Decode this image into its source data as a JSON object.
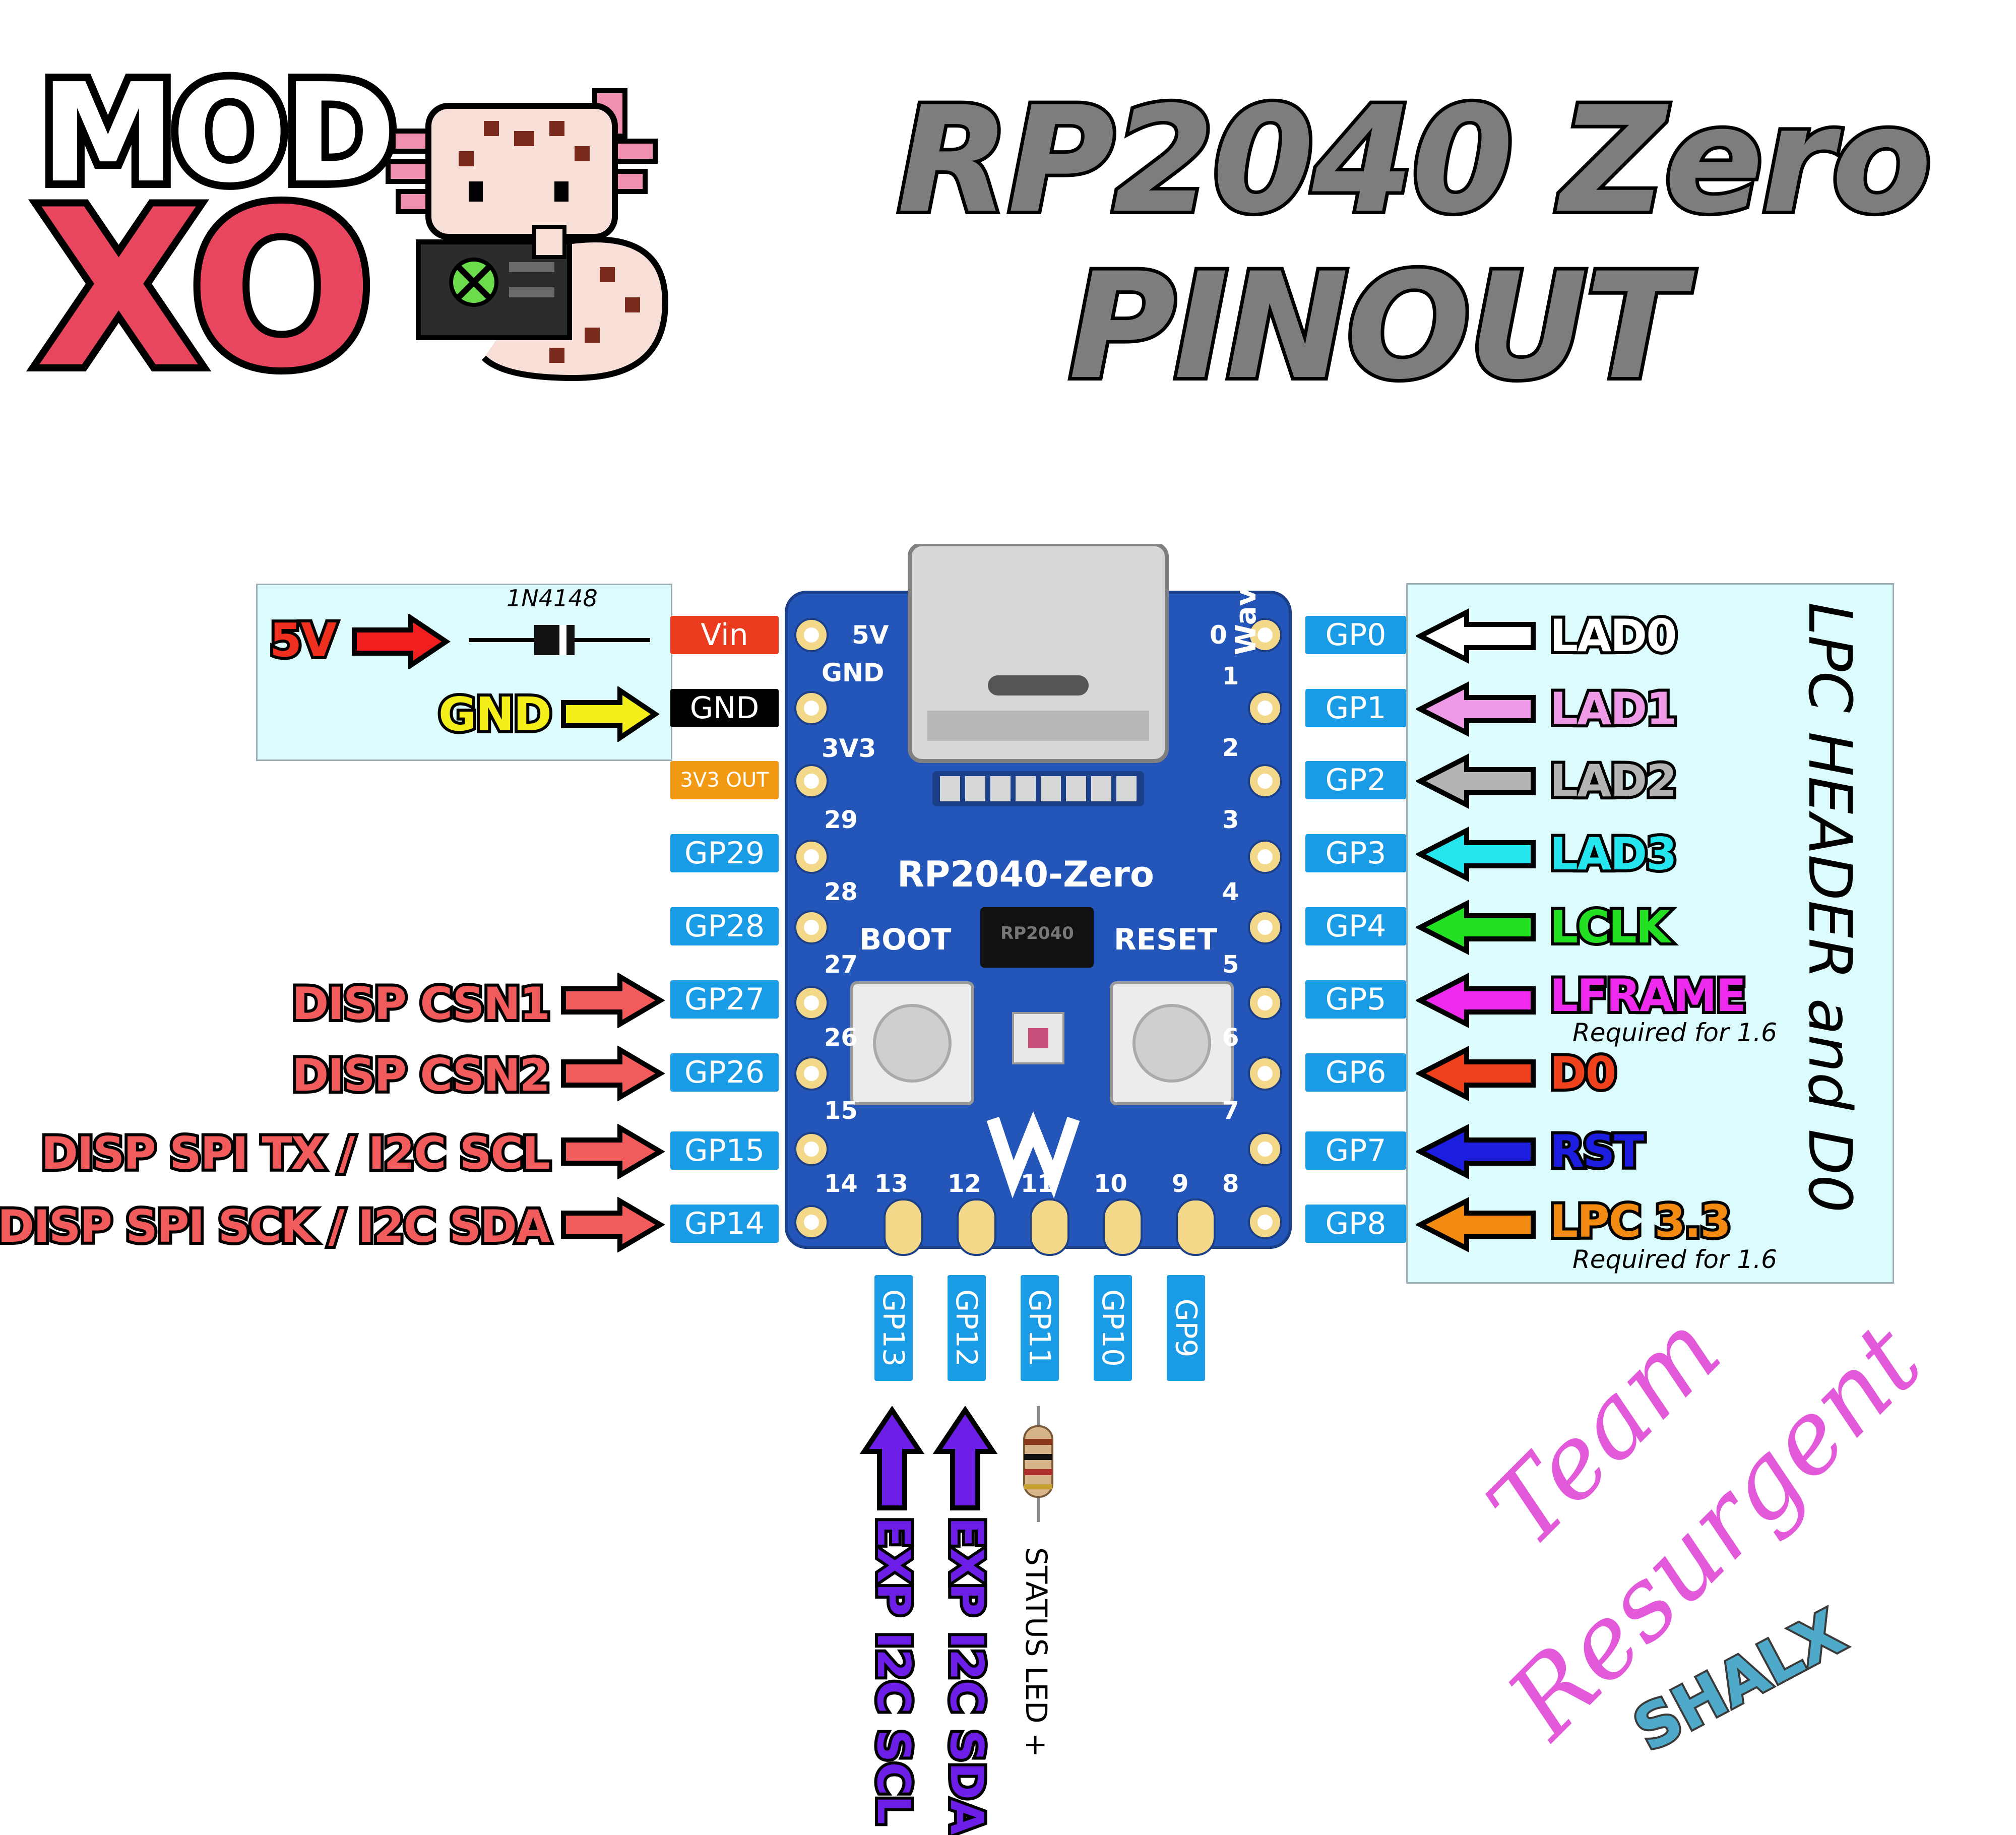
{
  "title": {
    "line1": "RP2040 Zero",
    "line2": "PINOUT"
  },
  "logo": {
    "line1": "MOD",
    "line2": "XO"
  },
  "board": {
    "name": "RP2040-Zero",
    "brand": "Waveshare",
    "boot": "BOOT",
    "reset": "RESET",
    "chip": "RP2040"
  },
  "power": {
    "diode": "1N4148",
    "five_v": "5V",
    "gnd": "GND",
    "vin_pin": "Vin",
    "gnd_pin": "GND",
    "v33_pin": "3V3 OUT",
    "silk_5v": "5V",
    "silk_gnd": "GND",
    "silk_3v3": "3V3"
  },
  "left_pins": [
    {
      "pin": "GP29",
      "silk": "29",
      "label": ""
    },
    {
      "pin": "GP28",
      "silk": "28",
      "label": ""
    },
    {
      "pin": "GP27",
      "silk": "27",
      "label": "DISP CSN1"
    },
    {
      "pin": "GP26",
      "silk": "26",
      "label": "DISP CSN2"
    },
    {
      "pin": "GP15",
      "silk": "15",
      "label": "DISP SPI TX / I2C SCL"
    },
    {
      "pin": "GP14",
      "silk": "14",
      "label": "DISP SPI SCK / I2C SDA"
    }
  ],
  "right_pins": [
    {
      "pin": "GP0",
      "silk": "0",
      "label": "LAD0",
      "color": "#ffffff"
    },
    {
      "pin": "GP1",
      "silk": "1",
      "label": "LAD1",
      "color": "#ee9ae6"
    },
    {
      "pin": "GP2",
      "silk": "2",
      "label": "LAD2",
      "color": "#b4b4b4"
    },
    {
      "pin": "GP3",
      "silk": "3",
      "label": "LAD3",
      "color": "#25e6ee"
    },
    {
      "pin": "GP4",
      "silk": "4",
      "label": "LCLK",
      "color": "#23e023"
    },
    {
      "pin": "GP5",
      "silk": "5",
      "label": "LFRAME",
      "color": "#ee2aee",
      "note": "Required for 1.6"
    },
    {
      "pin": "GP6",
      "silk": "6",
      "label": "D0",
      "color": "#f0411d"
    },
    {
      "pin": "GP7",
      "silk": "7",
      "label": "RST",
      "color": "#1d1ddf"
    },
    {
      "pin": "GP8",
      "silk": "8",
      "label": "LPC 3.3",
      "color": "#f38a12",
      "note": "Required for 1.6"
    }
  ],
  "bottom_pins": [
    {
      "pin": "GP13",
      "silk": "13",
      "label": "EXP I2C SCL"
    },
    {
      "pin": "GP12",
      "silk": "12",
      "label": "EXP I2C SDA"
    },
    {
      "pin": "GP11",
      "silk": "11",
      "label": "STATUS LED +"
    },
    {
      "pin": "GP10",
      "silk": "10",
      "label": ""
    },
    {
      "pin": "GP9",
      "silk": "9",
      "label": ""
    }
  ],
  "header_caption": "LPC HEADER and D0",
  "credits": {
    "team1": "Team",
    "team2": "Resurgent",
    "author": "SHALX"
  },
  "colors": {
    "board": "#2356b8",
    "pin_blue": "#1a9be6",
    "disp_arrow": "#f25b5b",
    "exp_arrow": "#6c1de6",
    "box": "#dcfbfd"
  }
}
